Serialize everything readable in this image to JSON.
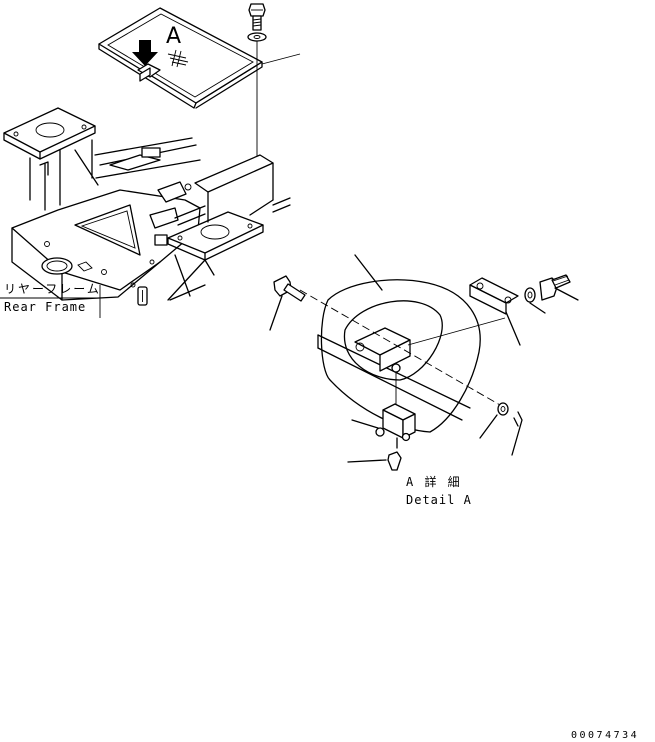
{
  "labels": {
    "view_marker": "A",
    "rear_frame_jp": "リヤーフレーム",
    "rear_frame_en": "Rear Frame",
    "detail_jp": "A 詳 細",
    "detail_en": "Detail A",
    "document_number": "00074734"
  }
}
